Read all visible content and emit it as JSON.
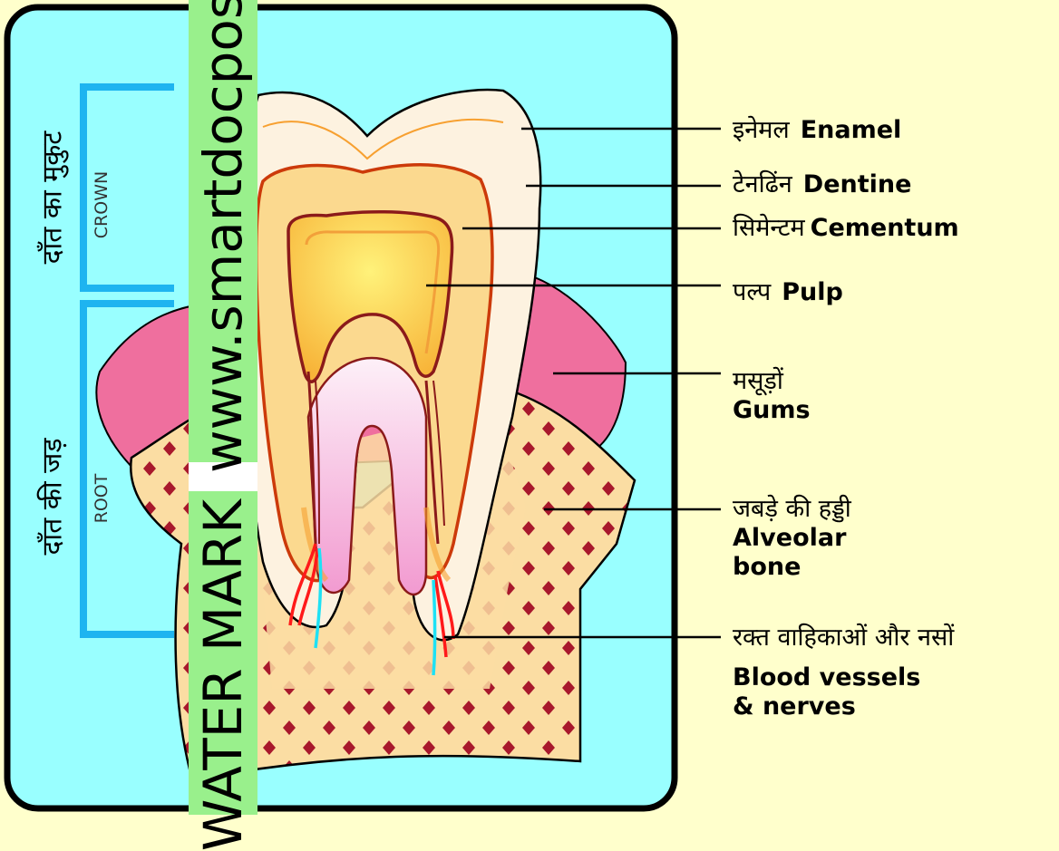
{
  "colors": {
    "page_bg": "#ffffcc",
    "panel_bg": "#99ffff",
    "bracket": "#1eb4f0",
    "watermark_band": "#99f08c",
    "enamel": "#fdf2e0",
    "dentine": "#fbd98f",
    "pulp": "#ffe046",
    "gums": "#ef6f9e",
    "bone": "#fbdda3",
    "bone_spots": "#a8182c",
    "vessel_red": "#ff1a1a",
    "vessel_blue": "#1ee1f5"
  },
  "labels": [
    {
      "hindi": "इनेमल",
      "english": "Enamel"
    },
    {
      "hindi": "टेनढिंन",
      "english": "Dentine"
    },
    {
      "hindi": "सिमेन्टम",
      "english": "Cementum"
    },
    {
      "hindi": "पल्प",
      "english": "Pulp"
    },
    {
      "hindi": "मसूड़ों",
      "english": "Gums"
    },
    {
      "hindi": "जबड़े की हड्डी",
      "english": "Alveolar bone"
    },
    {
      "hindi": "रक्त वाहिकाओं और नसों",
      "english": "Blood vessels & nerves"
    }
  ],
  "sections": {
    "crown": {
      "hindi": "दाँत का मुकुट",
      "english": "CROWN"
    },
    "root": {
      "hindi": "दाँत की जड़",
      "english": "ROOT"
    }
  },
  "watermark": {
    "url_text": "www.smartdocpost",
    "mark_text": "WATER MARK"
  }
}
